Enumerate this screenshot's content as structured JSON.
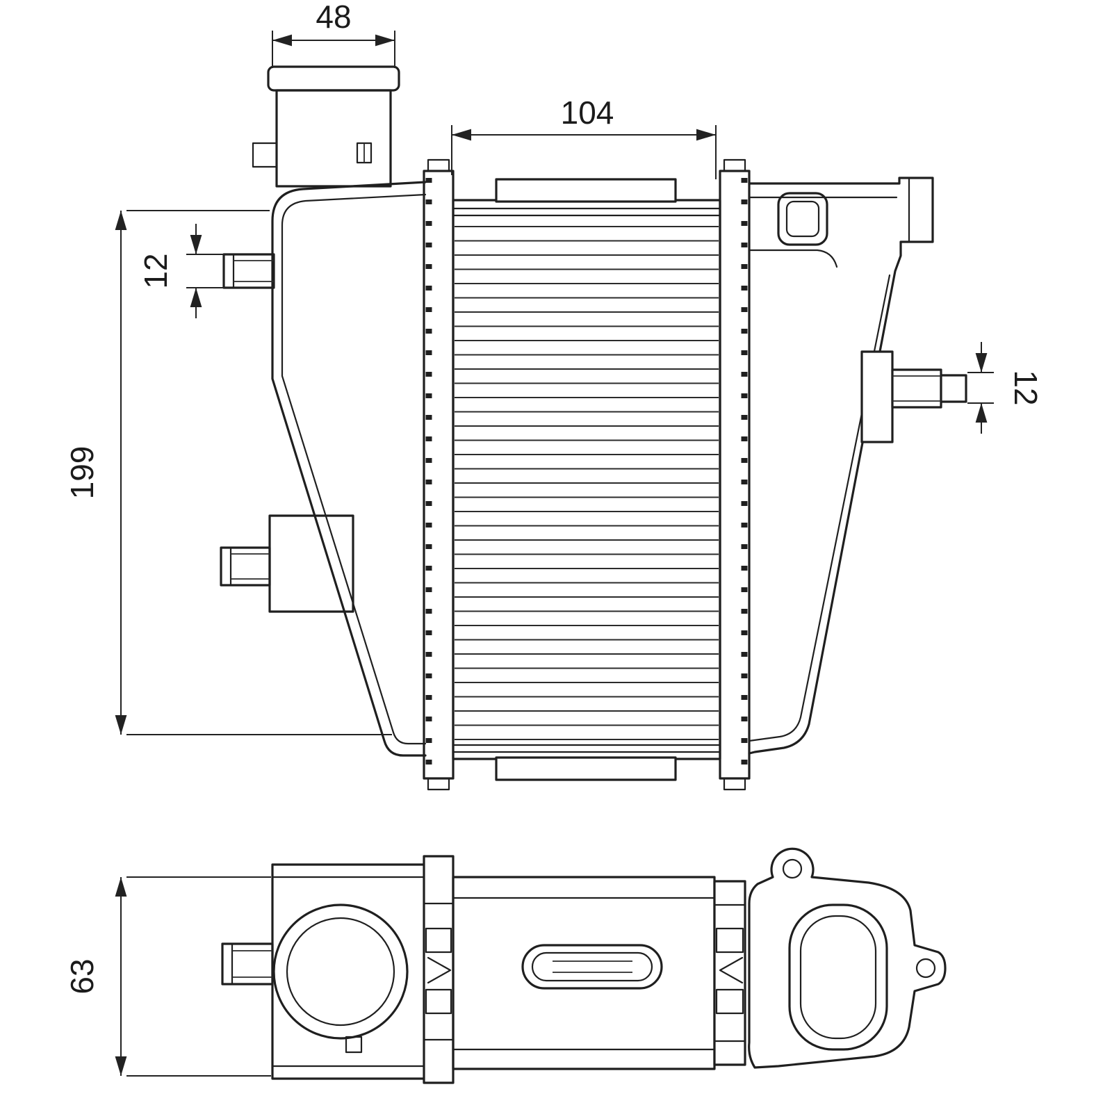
{
  "drawing": {
    "type": "technical-dimension-drawing",
    "part": "intercooler",
    "line_color": "#1f1f1f",
    "background": "#ffffff",
    "dimensions": {
      "pipe_width": "48",
      "core_width": "104",
      "left_stub": "12",
      "overall_height": "199",
      "right_stub": "12",
      "depth": "63"
    }
  }
}
